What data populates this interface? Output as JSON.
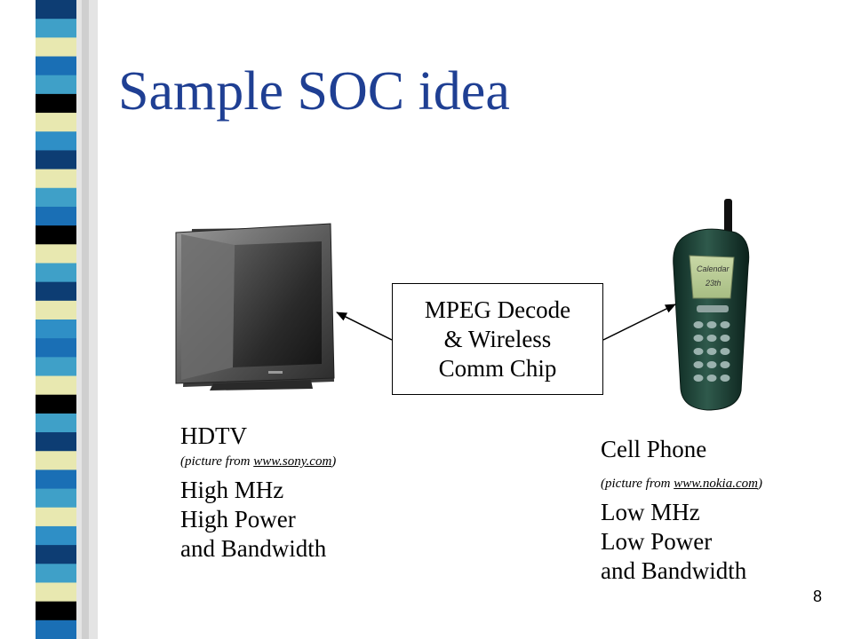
{
  "slide": {
    "title": "Sample SOC idea",
    "page_number": "8"
  },
  "chip": {
    "lines": [
      "MPEG Decode",
      "& Wireless",
      "Comm Chip"
    ]
  },
  "tv": {
    "name": "HDTV",
    "credit_prefix": "(picture from ",
    "credit_link": "www.sony.com",
    "credit_suffix": ")",
    "specs": [
      "High MHz",
      "High Power",
      "and Bandwidth"
    ]
  },
  "phone": {
    "name": "Cell Phone",
    "credit_prefix": "(picture from ",
    "credit_link": "www.nokia.com",
    "credit_suffix": ")",
    "specs": [
      "Low MHz",
      "Low Power",
      "and Bandwidth"
    ],
    "screen_text": [
      "Calendar",
      "23th"
    ]
  },
  "icons": {
    "tv": "television-picture",
    "phone": "cell-phone-picture"
  },
  "colors": {
    "title": "#1f3f93",
    "stripe": [
      "#0d3d73",
      "#3fa0c8",
      "#e8e8b0",
      "#1a6fb5",
      "#000000",
      "#2f8fc6"
    ]
  }
}
